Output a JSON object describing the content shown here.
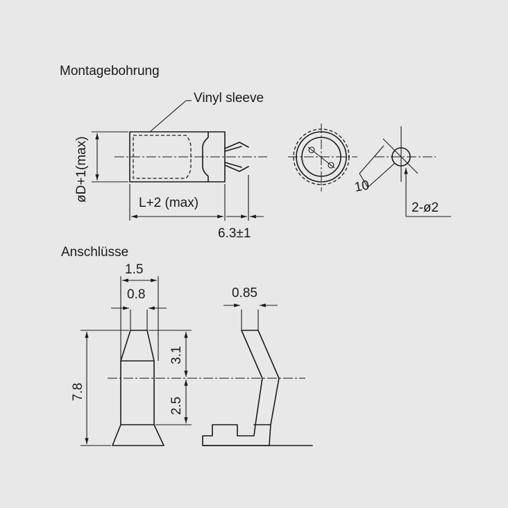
{
  "sections": {
    "mounting_title": "Montagebohrung",
    "terminals_title": "Anschlüsse"
  },
  "labels": {
    "sleeve": "Vinyl sleeve",
    "diameter": "øD+1(max)",
    "length": "L+2 (max)",
    "lead_spacing": "6.3±1",
    "angle": "10",
    "holes": "2-ø2",
    "width_outer": "1.5",
    "width_inner": "0.8",
    "thickness": "0.85",
    "height_total": "7.8",
    "height_upper": "3.1",
    "height_lower": "2.5"
  },
  "colors": {
    "background": "#e8e8e8",
    "ink": "#1a1a1a"
  }
}
